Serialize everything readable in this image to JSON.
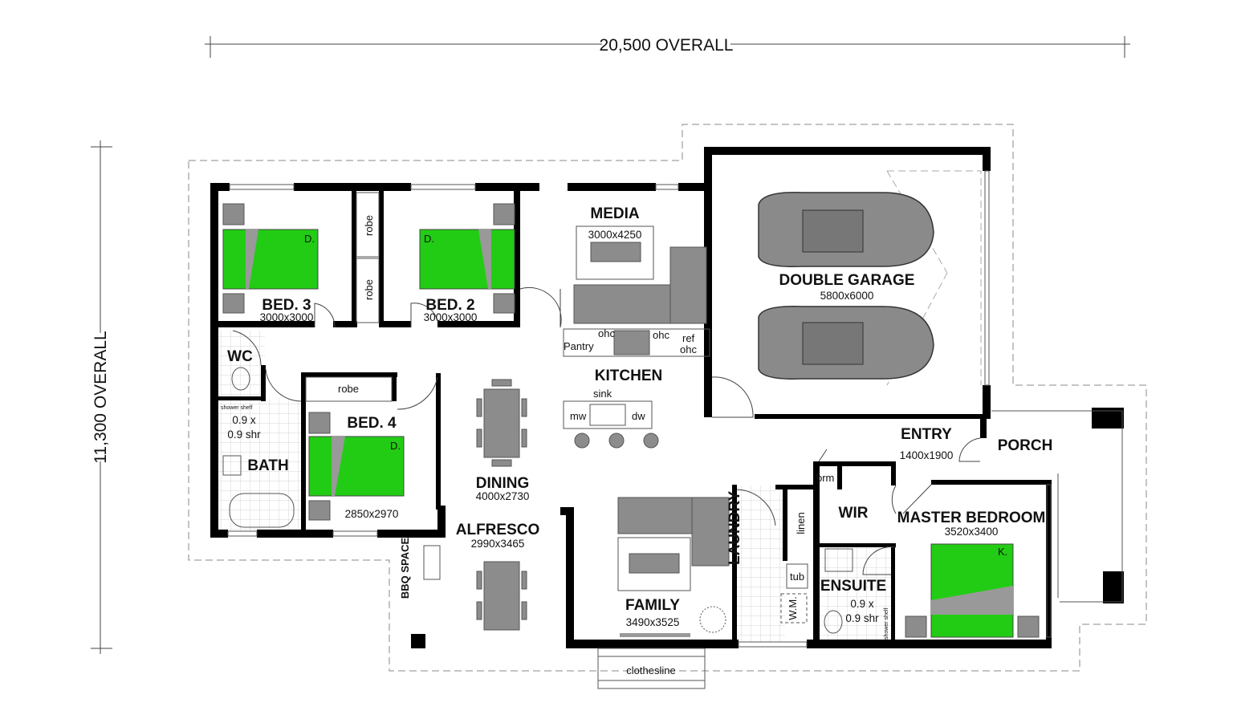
{
  "dimensions": {
    "overall_width": "20,500 OVERALL",
    "overall_depth": "11,300 OVERALL"
  },
  "rooms": {
    "bed3": {
      "name": "BED. 3",
      "size": "3000x3000",
      "bed_tag": "D."
    },
    "bed2": {
      "name": "BED. 2",
      "size": "3000x3000",
      "bed_tag": "D."
    },
    "bed4": {
      "name": "BED. 4",
      "size": "2850x2970",
      "bed_tag": "D."
    },
    "media": {
      "name": "MEDIA",
      "size": "3000x4250"
    },
    "garage": {
      "name": "DOUBLE GARAGE",
      "size": "5800x6000"
    },
    "kitchen": {
      "name": "KITCHEN"
    },
    "dining": {
      "name": "DINING",
      "size": "4000x2730"
    },
    "alfresco": {
      "name": "ALFRESCO",
      "size": "2990x3465"
    },
    "family": {
      "name": "FAMILY",
      "size": "3490x3525"
    },
    "entry": {
      "name": "ENTRY",
      "size": "1400x1900"
    },
    "porch": {
      "name": "PORCH"
    },
    "master": {
      "name": "MASTER BEDROOM",
      "size": "3520x3400",
      "bed_tag": "K."
    },
    "wir": {
      "name": "WIR"
    },
    "ensuite": {
      "name": "ENSUITE",
      "shower": [
        "0.9 x",
        "0.9 shr"
      ],
      "shelf": "shower shelf"
    },
    "laundry": {
      "name": "LAUNDRY"
    },
    "wc": {
      "name": "WC"
    },
    "bath": {
      "name": "BATH",
      "shower": [
        "0.9 x",
        "0.9 shr"
      ],
      "shelf": "shower shelf"
    },
    "bbq": {
      "name": "BBQ SPACE"
    }
  },
  "fixtures": {
    "robe": "robe",
    "pantry": "Pantry",
    "ohc": "ohc",
    "ref": "ref",
    "sink": "sink",
    "mw": "mw",
    "dw": "dw",
    "brm": "brm",
    "linen": "linen",
    "tub": "tub",
    "wm": "W.M.",
    "clothesline": "clothesline"
  },
  "colors": {
    "bed": "#22cc14",
    "furniture": "#8c8c8c",
    "wall": "#000000"
  }
}
